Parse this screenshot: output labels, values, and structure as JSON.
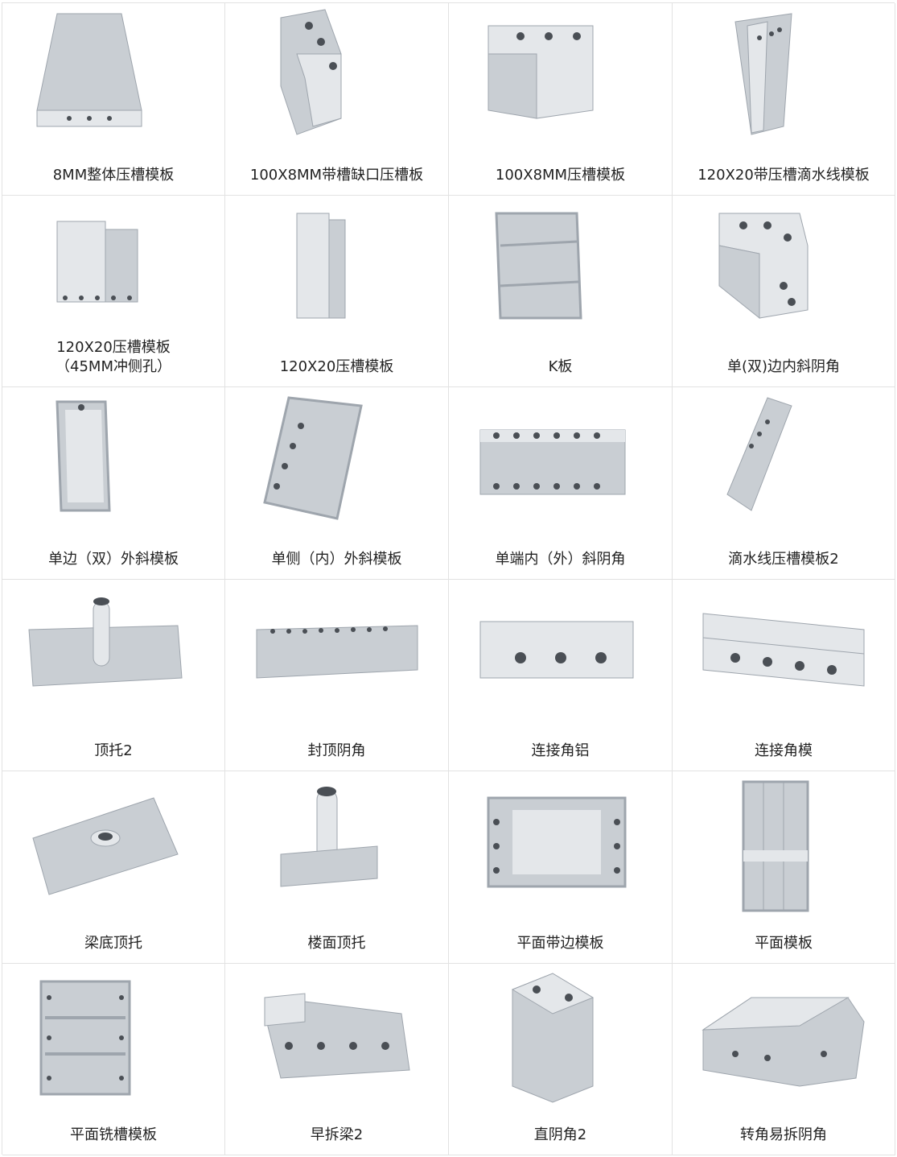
{
  "products": [
    {
      "name": "8MM整体压槽模板",
      "shape": "slab-taper"
    },
    {
      "name": "100X8MM带槽缺口压槽板",
      "shape": "notched-block"
    },
    {
      "name": "100X8MM压槽模板",
      "shape": "step-block"
    },
    {
      "name": "120X20带压槽滴水线模板",
      "shape": "tall-column"
    },
    {
      "name": "120X20压槽模板\n（45MM冲侧孔）",
      "shape": "step-flat"
    },
    {
      "name": "120X20压槽模板",
      "shape": "tall-step"
    },
    {
      "name": "K板",
      "shape": "tray"
    },
    {
      "name": "单(双)边内斜阴角",
      "shape": "corner-box"
    },
    {
      "name": "单边（双）外斜模板",
      "shape": "long-tray"
    },
    {
      "name": "单侧（内）外斜模板",
      "shape": "tilt-tray"
    },
    {
      "name": "单端内（外）斜阴角",
      "shape": "wide-tray"
    },
    {
      "name": "滴水线压槽模板2",
      "shape": "slim-column"
    },
    {
      "name": "顶托2",
      "shape": "prop-tray"
    },
    {
      "name": "封顶阴角",
      "shape": "channel"
    },
    {
      "name": "连接角铝",
      "shape": "plate-holes"
    },
    {
      "name": "连接角模",
      "shape": "angle"
    },
    {
      "name": "梁底顶托",
      "shape": "beam-prop"
    },
    {
      "name": "楼面顶托",
      "shape": "floor-prop"
    },
    {
      "name": "平面带边模板",
      "shape": "edge-panel"
    },
    {
      "name": "平面模板",
      "shape": "flat-panel"
    },
    {
      "name": "平面铣槽模板",
      "shape": "milled-panel"
    },
    {
      "name": "早拆梁2",
      "shape": "early-beam"
    },
    {
      "name": "直阴角2",
      "shape": "inner-corner"
    },
    {
      "name": "转角易拆阴角",
      "shape": "l-corner"
    }
  ],
  "colors": {
    "metal": "#c9ced3",
    "metal_dark": "#9ea5ad",
    "metal_light": "#e4e7ea",
    "hole": "#4a4f55",
    "text": "#222222",
    "grid": "#e2e2e2"
  }
}
